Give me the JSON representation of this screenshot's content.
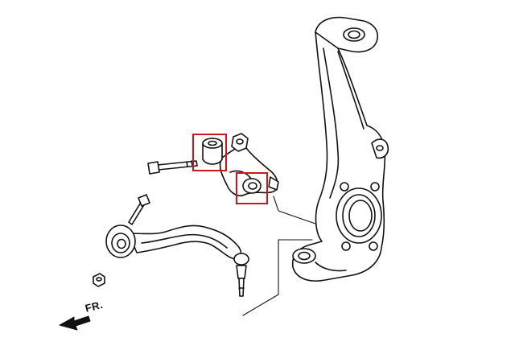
{
  "diagram": {
    "direction_label": "FR.",
    "icons": {
      "direction_arrow": "forward-arrow-icon"
    },
    "colors": {
      "line": "#111111",
      "fill": "#ffffff",
      "highlight": "#d0161d"
    },
    "parts": [
      "steering-knuckle",
      "upper-control-arm",
      "lower-control-arm",
      "ball-joint",
      "bushing",
      "mounting-bolt",
      "nut"
    ]
  }
}
